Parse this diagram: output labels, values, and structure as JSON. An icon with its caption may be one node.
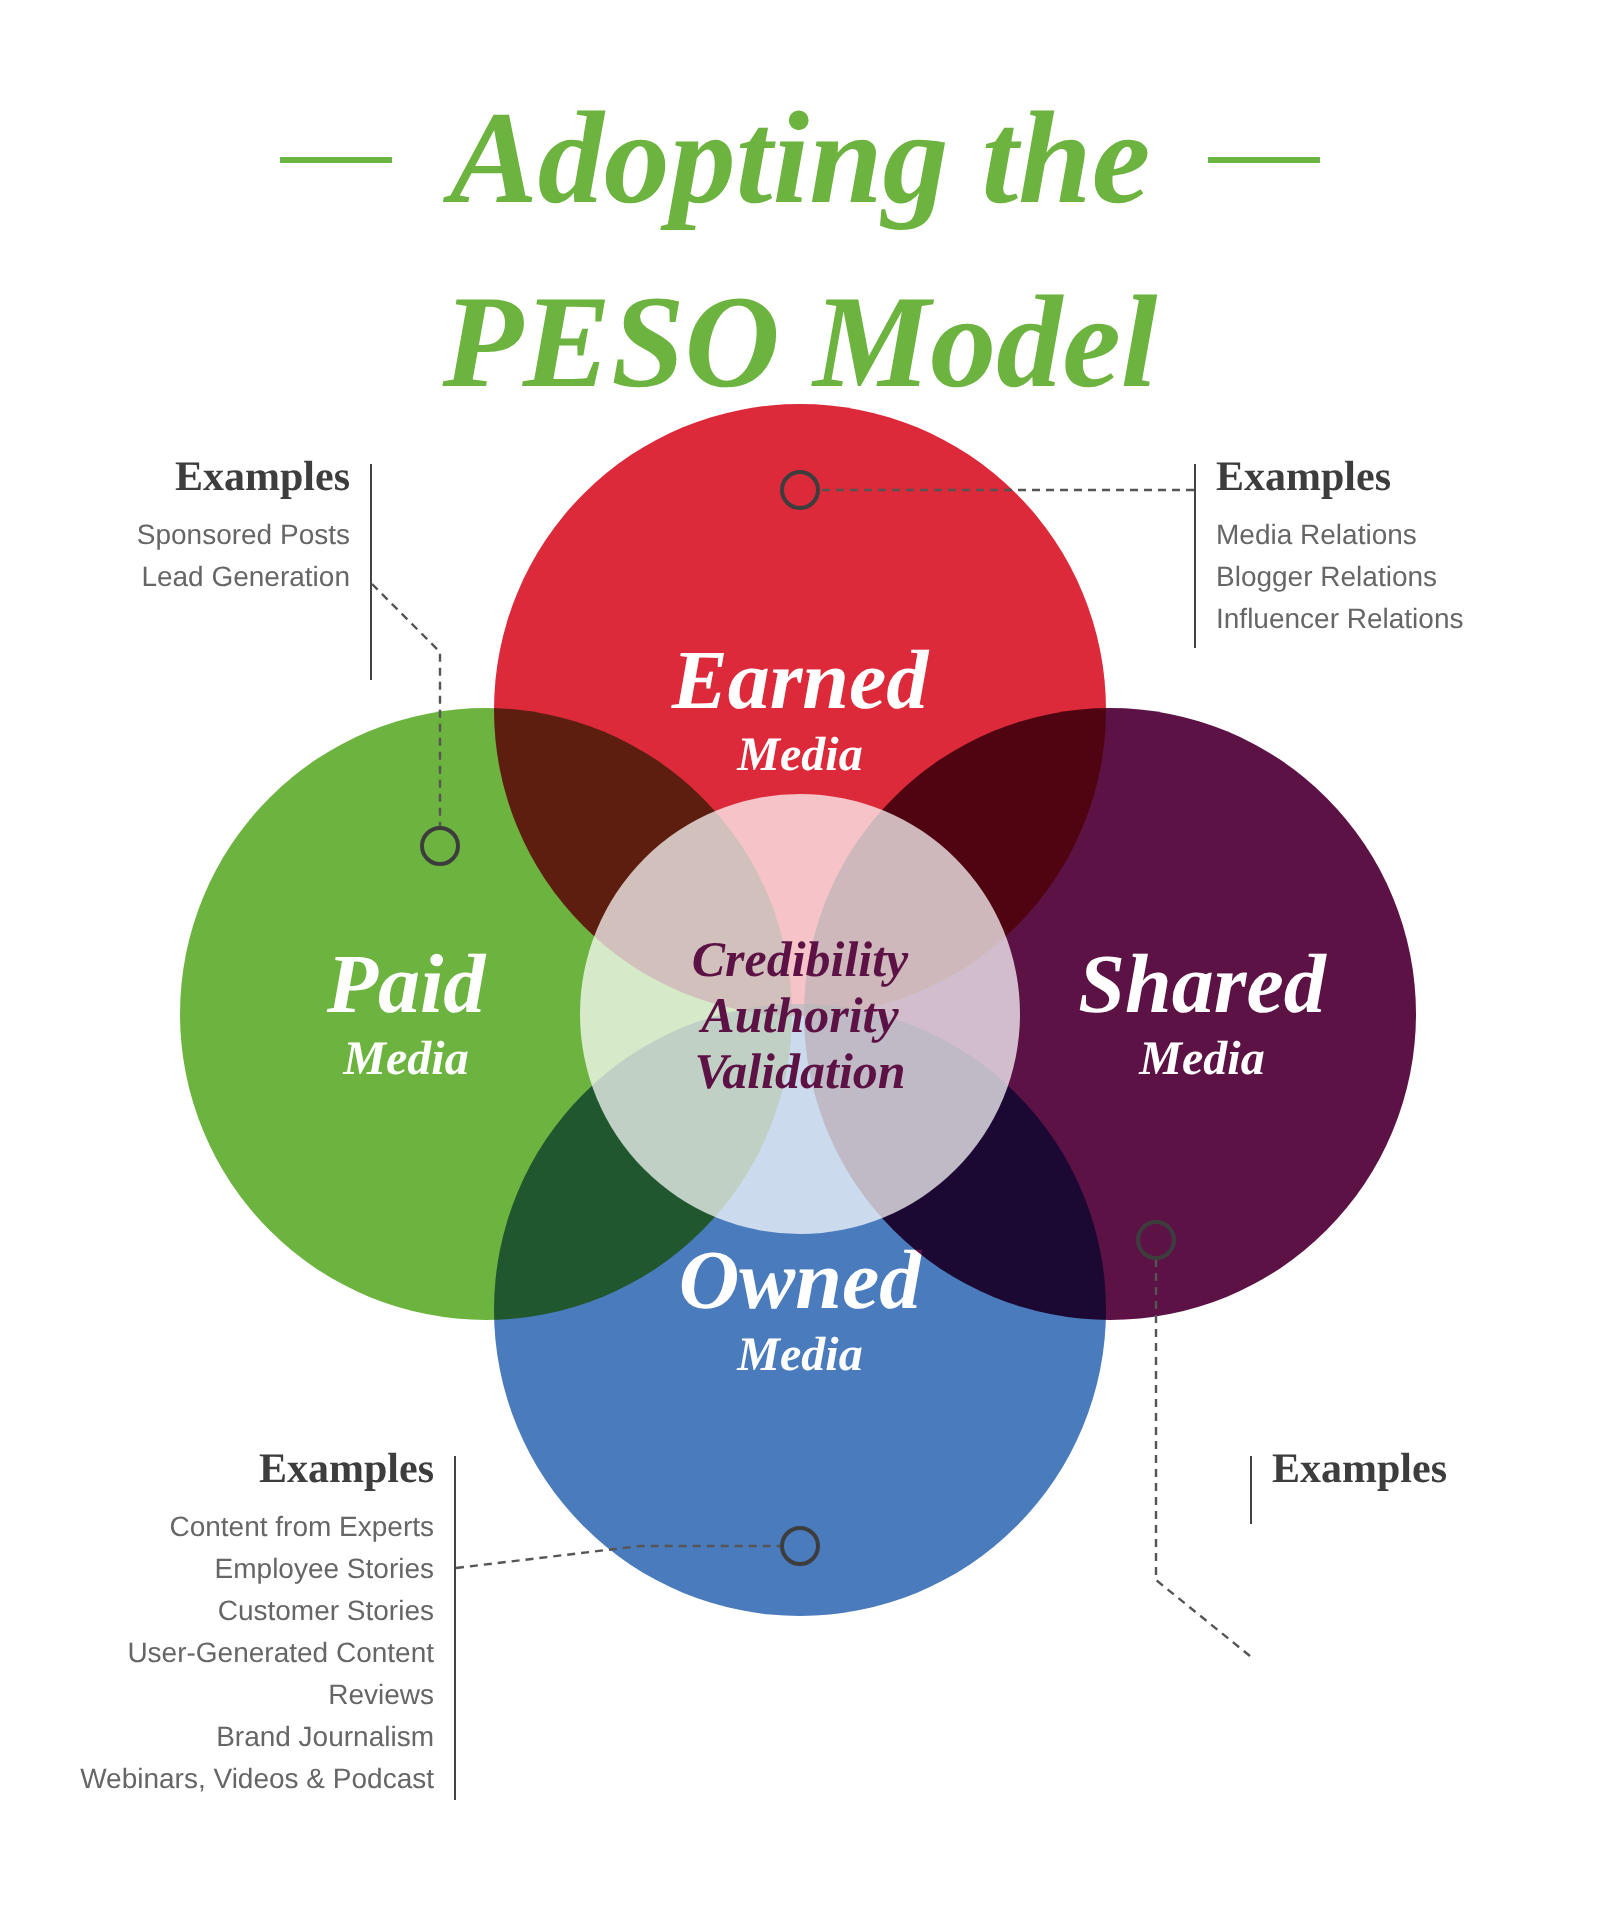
{
  "diagram": {
    "title": "Adopting the PESO Model",
    "nodes": [
      {
        "text": [
          "Earned",
          "Media"
        ]
      },
      {
        "text": [
          "Paid",
          "Media"
        ]
      },
      {
        "text": [
          "Shared",
          "Media"
        ]
      },
      {
        "text": [
          "Owned",
          "Media"
        ]
      },
      {
        "text": [
          "Credibility",
          "Authority",
          "Validation"
        ]
      },
      {
        "text": [
          "Examples",
          "Sponsored Posts",
          "Lead Generation"
        ]
      },
      {
        "text": [],
        "shape": "circle",
        "in": 1
      },
      {
        "text": [
          "Examples",
          "Media Relations",
          "Blogger Relations",
          "Influencer Relations"
        ]
      },
      {
        "text": [],
        "shape": "circle",
        "in": 0
      },
      {
        "text": [
          "Examples"
        ]
      },
      {
        "text": [],
        "shape": "circle",
        "in": 2
      },
      {
        "text": [
          "Examples",
          "Content from Experts",
          "Employee Stories",
          "Customer Stories",
          "User-Generated Content",
          "Reviews",
          "Brand Journalism",
          "Webinars, Videos & Podcast"
        ]
      },
      {
        "text": [],
        "shape": "circle",
        "in": 3
      }
    ],
    "edges": [
      {
        "from": 5,
        "to": 6,
        "arrow": "none",
        "style": "dashed"
      },
      {
        "from": 7,
        "to": 8,
        "arrow": "none",
        "style": "dashed"
      },
      {
        "from": 9,
        "to": 10,
        "arrow": "none",
        "style": "dashed"
      },
      {
        "from": 11,
        "to": 12,
        "arrow": "none",
        "style": "dashed"
      }
    ]
  }
}
